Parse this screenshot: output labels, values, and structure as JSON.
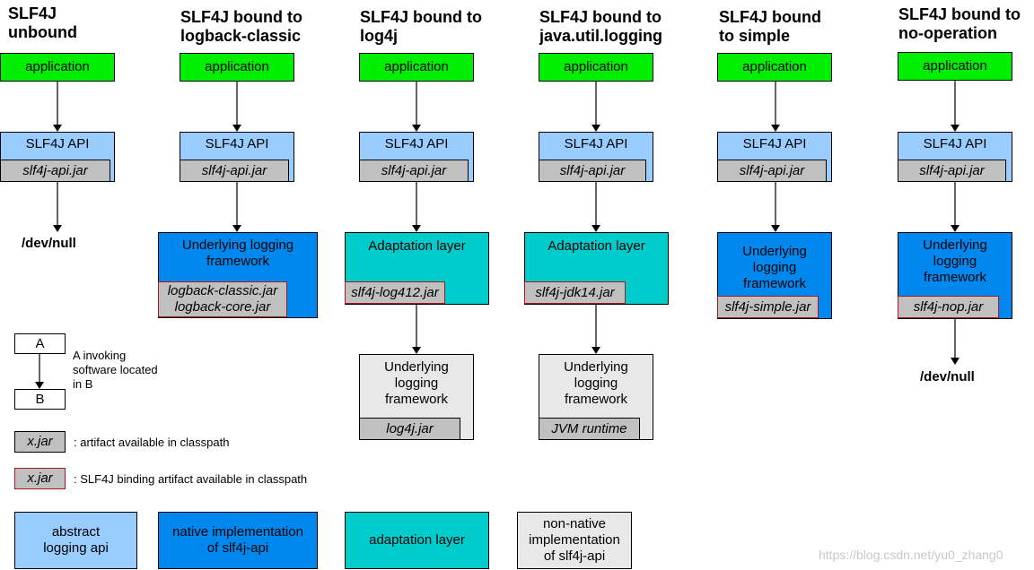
{
  "columns": [
    {
      "title": "SLF4J\nunbound",
      "application": "application",
      "api_label": "SLF4J API",
      "api_jar": "slf4j-api.jar",
      "terminal": "/dev/null"
    },
    {
      "title": "SLF4J bound to\nlogback-classic",
      "application": "application",
      "api_label": "SLF4J API",
      "api_jar": "slf4j-api.jar",
      "framework_label": "Underlying logging\nframework",
      "framework_jar": "logback-classic.jar\nlogback-core.jar"
    },
    {
      "title": "SLF4J bound to\nlog4j",
      "application": "application",
      "api_label": "SLF4J API",
      "api_jar": "slf4j-api.jar",
      "adaptation_label": "Adaptation layer",
      "adaptation_jar": "slf4j-log412.jar",
      "framework_label": "Underlying\nlogging\nframework",
      "framework_jar": "log4j.jar"
    },
    {
      "title": "SLF4J bound to\njava.util.logging",
      "application": "application",
      "api_label": "SLF4J API",
      "api_jar": "slf4j-api.jar",
      "adaptation_label": "Adaptation layer",
      "adaptation_jar": "slf4j-jdk14.jar",
      "framework_label": "Underlying\nlogging\nframework",
      "framework_jar": "JVM runtime"
    },
    {
      "title": "SLF4J bound\nto simple",
      "application": "application",
      "api_label": "SLF4J API",
      "api_jar": "slf4j-api.jar",
      "framework_label": "Underlying\nlogging\nframework",
      "framework_jar": "slf4j-simple.jar"
    },
    {
      "title": "SLF4J bound to\nno-operation",
      "application": "application",
      "api_label": "SLF4J API",
      "api_jar": "slf4j-api.jar",
      "framework_label": "Underlying\nlogging\nframework",
      "framework_jar": "slf4j-nop.jar",
      "terminal": "/dev/null"
    }
  ],
  "legend": {
    "a_label": "A",
    "b_label": "B",
    "invoking_text": "A invoking\nsoftware located\nin B",
    "jar_sample": "x.jar",
    "artifact_text": ": artifact available in classpath",
    "binding_sample": "x.jar",
    "binding_text": ": SLF4J binding artifact available in classpath",
    "abstract_label": "abstract\nlogging api",
    "native_label": "native implementation\nof slf4j-api",
    "adaptation_label": "adaptation layer",
    "nonnative_label": "non-native\nimplementation\nof slf4j-api"
  },
  "watermark": "https://blog.csdn.net/yu0_zhang0",
  "colors": {
    "application": "#00ee00",
    "abstract_api": "#99ccff",
    "native_impl": "#0088ee",
    "adaptation": "#00cccc",
    "non_native": "#e8e8e8",
    "jar": "#c0c0c0",
    "binding_border": "#a81818"
  }
}
